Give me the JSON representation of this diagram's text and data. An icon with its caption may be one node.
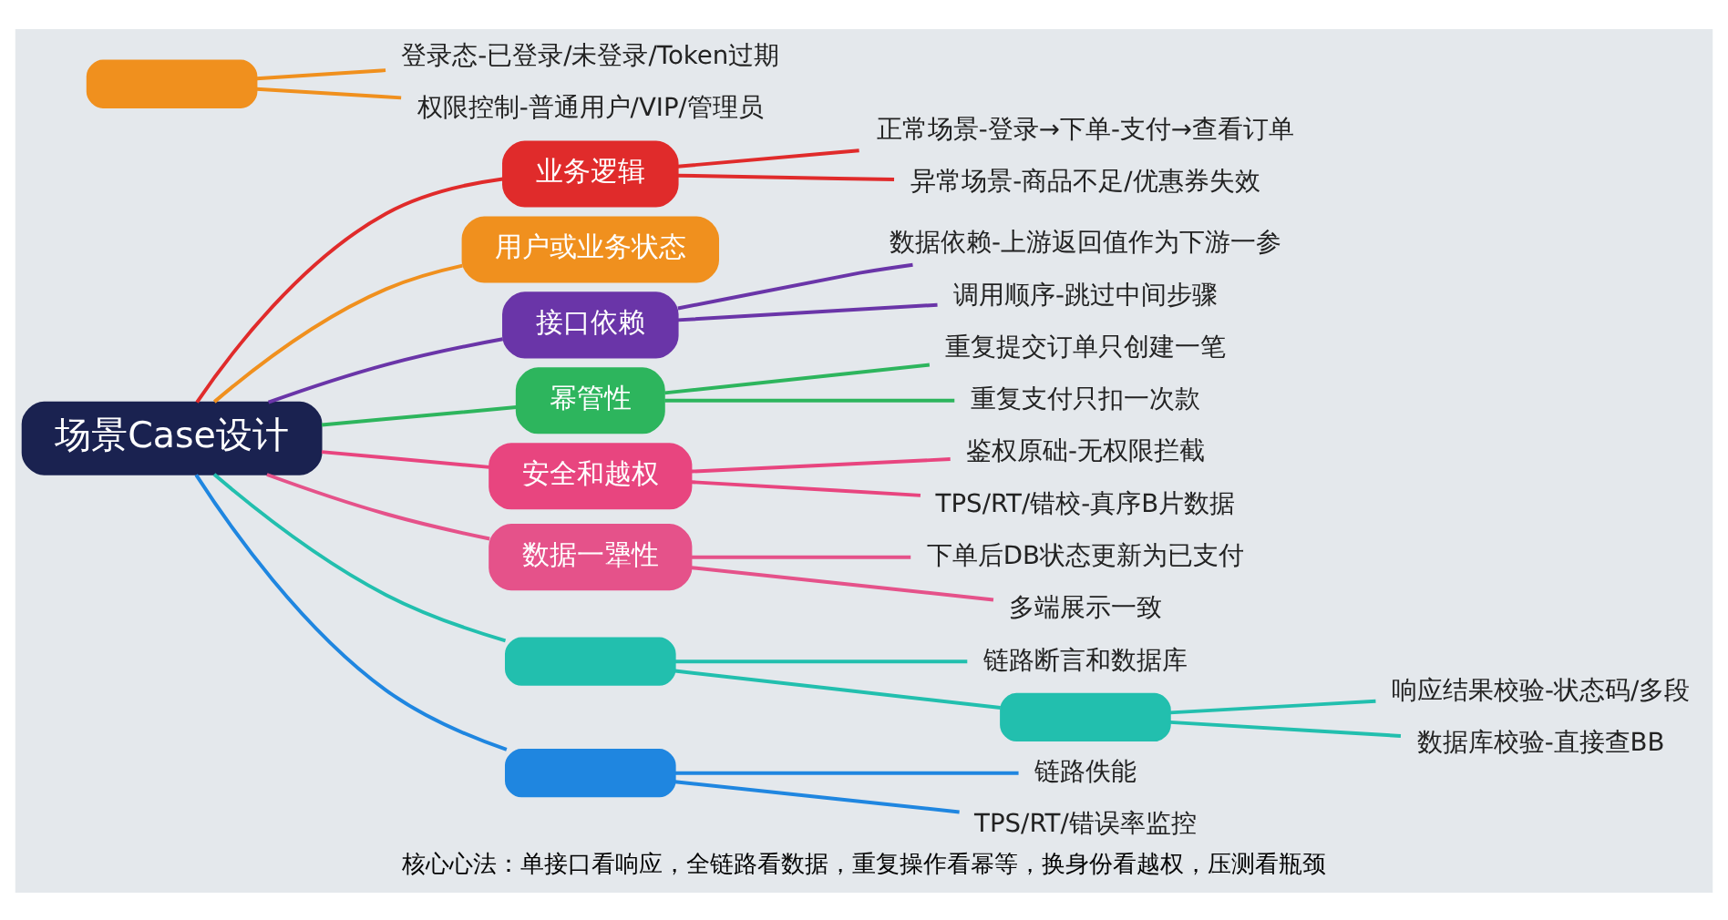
{
  "diagram": {
    "caption": "核心心法：单接口看响应，全链路看数据，重复操作看幂等，换身份看越权，压测看瓶颈",
    "nodes": [
      {
        "text": [
          "场景Case设计"
        ]
      },
      {
        "text": [
          "业务逻辑"
        ]
      },
      {
        "text": [
          "正常场景-登录→下单-支付→查看订单"
        ]
      },
      {
        "text": [
          "异常场景-商品不足/优惠券失效"
        ]
      },
      {
        "text": [
          "用户或业务状态"
        ]
      },
      {
        "text": [],
        "shape": "bar"
      },
      {
        "text": [
          "登录态-已登录/未登录/Token过期"
        ]
      },
      {
        "text": [
          "权限控制-普通用户/VIP/管理员"
        ]
      },
      {
        "text": [
          "接口依赖"
        ]
      },
      {
        "text": [
          "数据依赖-上游返回值作为下游一参"
        ]
      },
      {
        "text": [
          "调用顺序-跳过中间步骤"
        ]
      },
      {
        "text": [
          "幂管性"
        ]
      },
      {
        "text": [
          "重复提交订单只创建一笔"
        ]
      },
      {
        "text": [
          "重复支付只扣一次款"
        ]
      },
      {
        "text": [
          "安全和越权"
        ]
      },
      {
        "text": [
          "鉴权原础-无权限拦截"
        ]
      },
      {
        "text": [
          "TPS/RT/错校-真序B片数据"
        ]
      },
      {
        "text": [
          "数据一犟性"
        ]
      },
      {
        "text": [
          "下单后DB状态更新为已支付"
        ]
      },
      {
        "text": [
          "多端展示一致"
        ]
      },
      {
        "text": [],
        "shape": "bar"
      },
      {
        "text": [
          "链路断言和数据库"
        ]
      },
      {
        "text": [],
        "shape": "bar"
      },
      {
        "text": [
          "响应结果校验-状态码/多段"
        ]
      },
      {
        "text": [
          "数据库校验-直接查BB"
        ]
      },
      {
        "text": [],
        "shape": "bar"
      },
      {
        "text": [
          "链路佚能"
        ]
      },
      {
        "text": [
          "TPS/RT/错误率监控"
        ]
      }
    ],
    "edges": [
      {
        "from": 0,
        "to": 1,
        "arrow": "none",
        "color": "#e02b2b"
      },
      {
        "from": 1,
        "to": 2,
        "arrow": "none",
        "color": "#e02b2b"
      },
      {
        "from": 1,
        "to": 3,
        "arrow": "none",
        "color": "#e02b2b"
      },
      {
        "from": 0,
        "to": 4,
        "arrow": "none",
        "color": "#f0901e"
      },
      {
        "from": 5,
        "to": 6,
        "arrow": "none",
        "color": "#f0901e"
      },
      {
        "from": 5,
        "to": 7,
        "arrow": "none",
        "color": "#f0901e"
      },
      {
        "from": 0,
        "to": 8,
        "arrow": "none",
        "color": "#6a35a8"
      },
      {
        "from": 8,
        "to": 9,
        "arrow": "none",
        "color": "#6a35a8"
      },
      {
        "from": 8,
        "to": 10,
        "arrow": "none",
        "color": "#6a35a8"
      },
      {
        "from": 0,
        "to": 11,
        "arrow": "none",
        "color": "#2db55d"
      },
      {
        "from": 11,
        "to": 12,
        "arrow": "none",
        "color": "#2db55d"
      },
      {
        "from": 11,
        "to": 13,
        "arrow": "none",
        "color": "#2db55d"
      },
      {
        "from": 0,
        "to": 14,
        "arrow": "none",
        "color": "#e8457f"
      },
      {
        "from": 14,
        "to": 15,
        "arrow": "none",
        "color": "#e8457f"
      },
      {
        "from": 14,
        "to": 16,
        "arrow": "none",
        "color": "#e8457f"
      },
      {
        "from": 0,
        "to": 17,
        "arrow": "none",
        "color": "#e5528a"
      },
      {
        "from": 17,
        "to": 18,
        "arrow": "none",
        "color": "#e5528a"
      },
      {
        "from": 17,
        "to": 19,
        "arrow": "none",
        "color": "#e5528a"
      },
      {
        "from": 0,
        "to": 20,
        "arrow": "none",
        "color": "#22bfae"
      },
      {
        "from": 20,
        "to": 21,
        "arrow": "none",
        "color": "#22bfae"
      },
      {
        "from": 20,
        "to": 22,
        "arrow": "none",
        "color": "#22bfae"
      },
      {
        "from": 22,
        "to": 23,
        "arrow": "none",
        "color": "#22bfae"
      },
      {
        "from": 22,
        "to": 24,
        "arrow": "none",
        "color": "#22bfae"
      },
      {
        "from": 0,
        "to": 25,
        "arrow": "none",
        "color": "#1f86e0"
      },
      {
        "from": 25,
        "to": 26,
        "arrow": "none",
        "color": "#1f86e0"
      },
      {
        "from": 25,
        "to": 27,
        "arrow": "none",
        "color": "#1f86e0"
      }
    ]
  }
}
